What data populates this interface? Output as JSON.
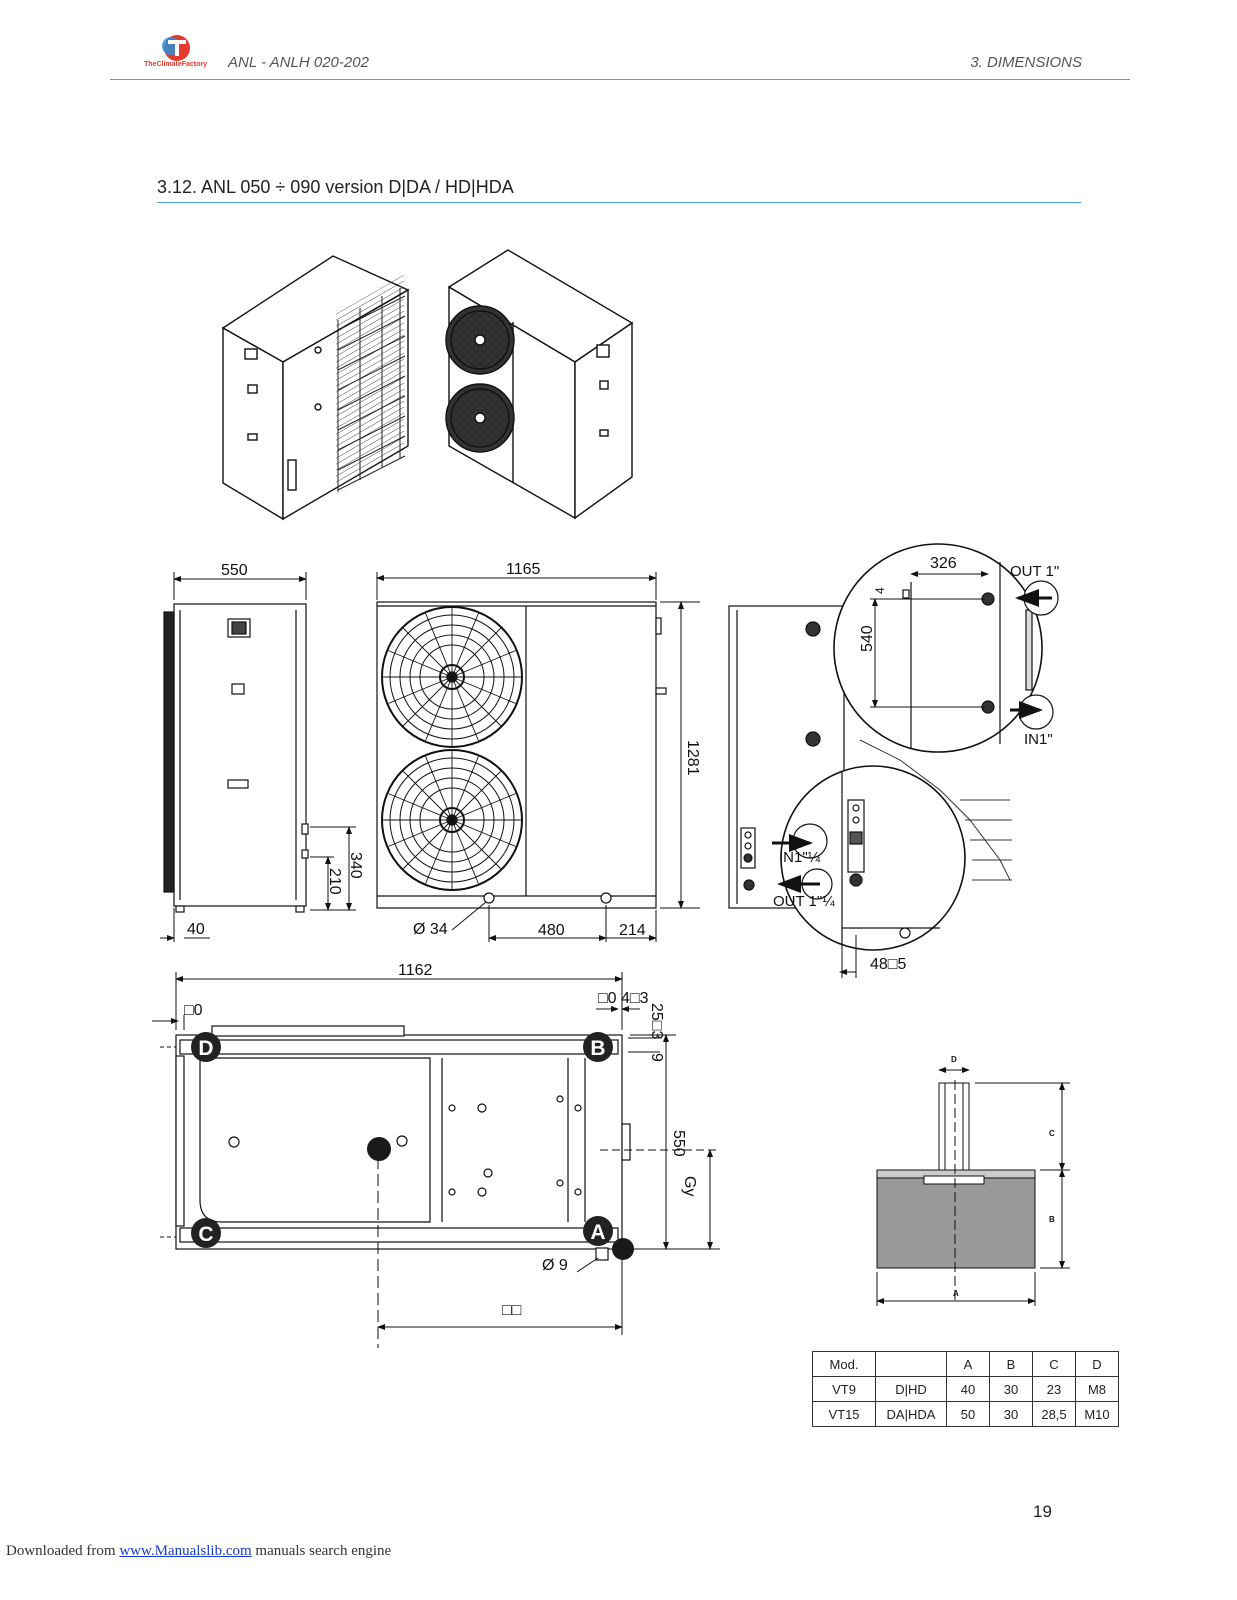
{
  "header": {
    "logo_text": "TheClimateFactory",
    "document_title": "ANL - ANLH 020-202",
    "section": "3. DIMENSIONS"
  },
  "section_title": "3.12. ANL 050 ÷ 090 version D|DA / HD|HDA",
  "dimensions": {
    "side_width": "550",
    "front_width": "1165",
    "height": "1281",
    "inlet_height": "340",
    "outlet_height": "210",
    "foot_offset": "40",
    "drain_diameter": "Ø 34",
    "base_480": "480",
    "base_214": "214",
    "detail_326": "326",
    "detail_540": "540",
    "detail_4": "4",
    "out_label": "OUT 1\"",
    "in_label": "IN1\"",
    "in_1_1_4": "IN1\"¼",
    "out_1_1_4": "OUT 1\"¼",
    "detail_48_5": "48□5",
    "plan_width": "1162",
    "plan_0": "□0",
    "plan_04_3": "□0 4□3",
    "plan_25": "25□3",
    "plan_9": "9",
    "plan_depth": "550",
    "plan_gy": "Gy",
    "plan_hole": "Ø 9",
    "plan_gx": "□□"
  },
  "anchor_points": [
    "A",
    "B",
    "C",
    "D"
  ],
  "mount": {
    "label_a": "A",
    "label_b": "B",
    "label_c": "C",
    "label_d": "D"
  },
  "table": {
    "headers": [
      "Mod.",
      "",
      "A",
      "B",
      "C",
      "D"
    ],
    "rows": [
      [
        "VT9",
        "D|HD",
        "40",
        "30",
        "23",
        "M8"
      ],
      [
        "VT15",
        "DA|HDA",
        "50",
        "30",
        "28,5",
        "M10"
      ]
    ]
  },
  "page_number": "19",
  "footer": {
    "prefix": "Downloaded from ",
    "link": "www.Manualslib.com",
    "suffix": " manuals search engine"
  }
}
